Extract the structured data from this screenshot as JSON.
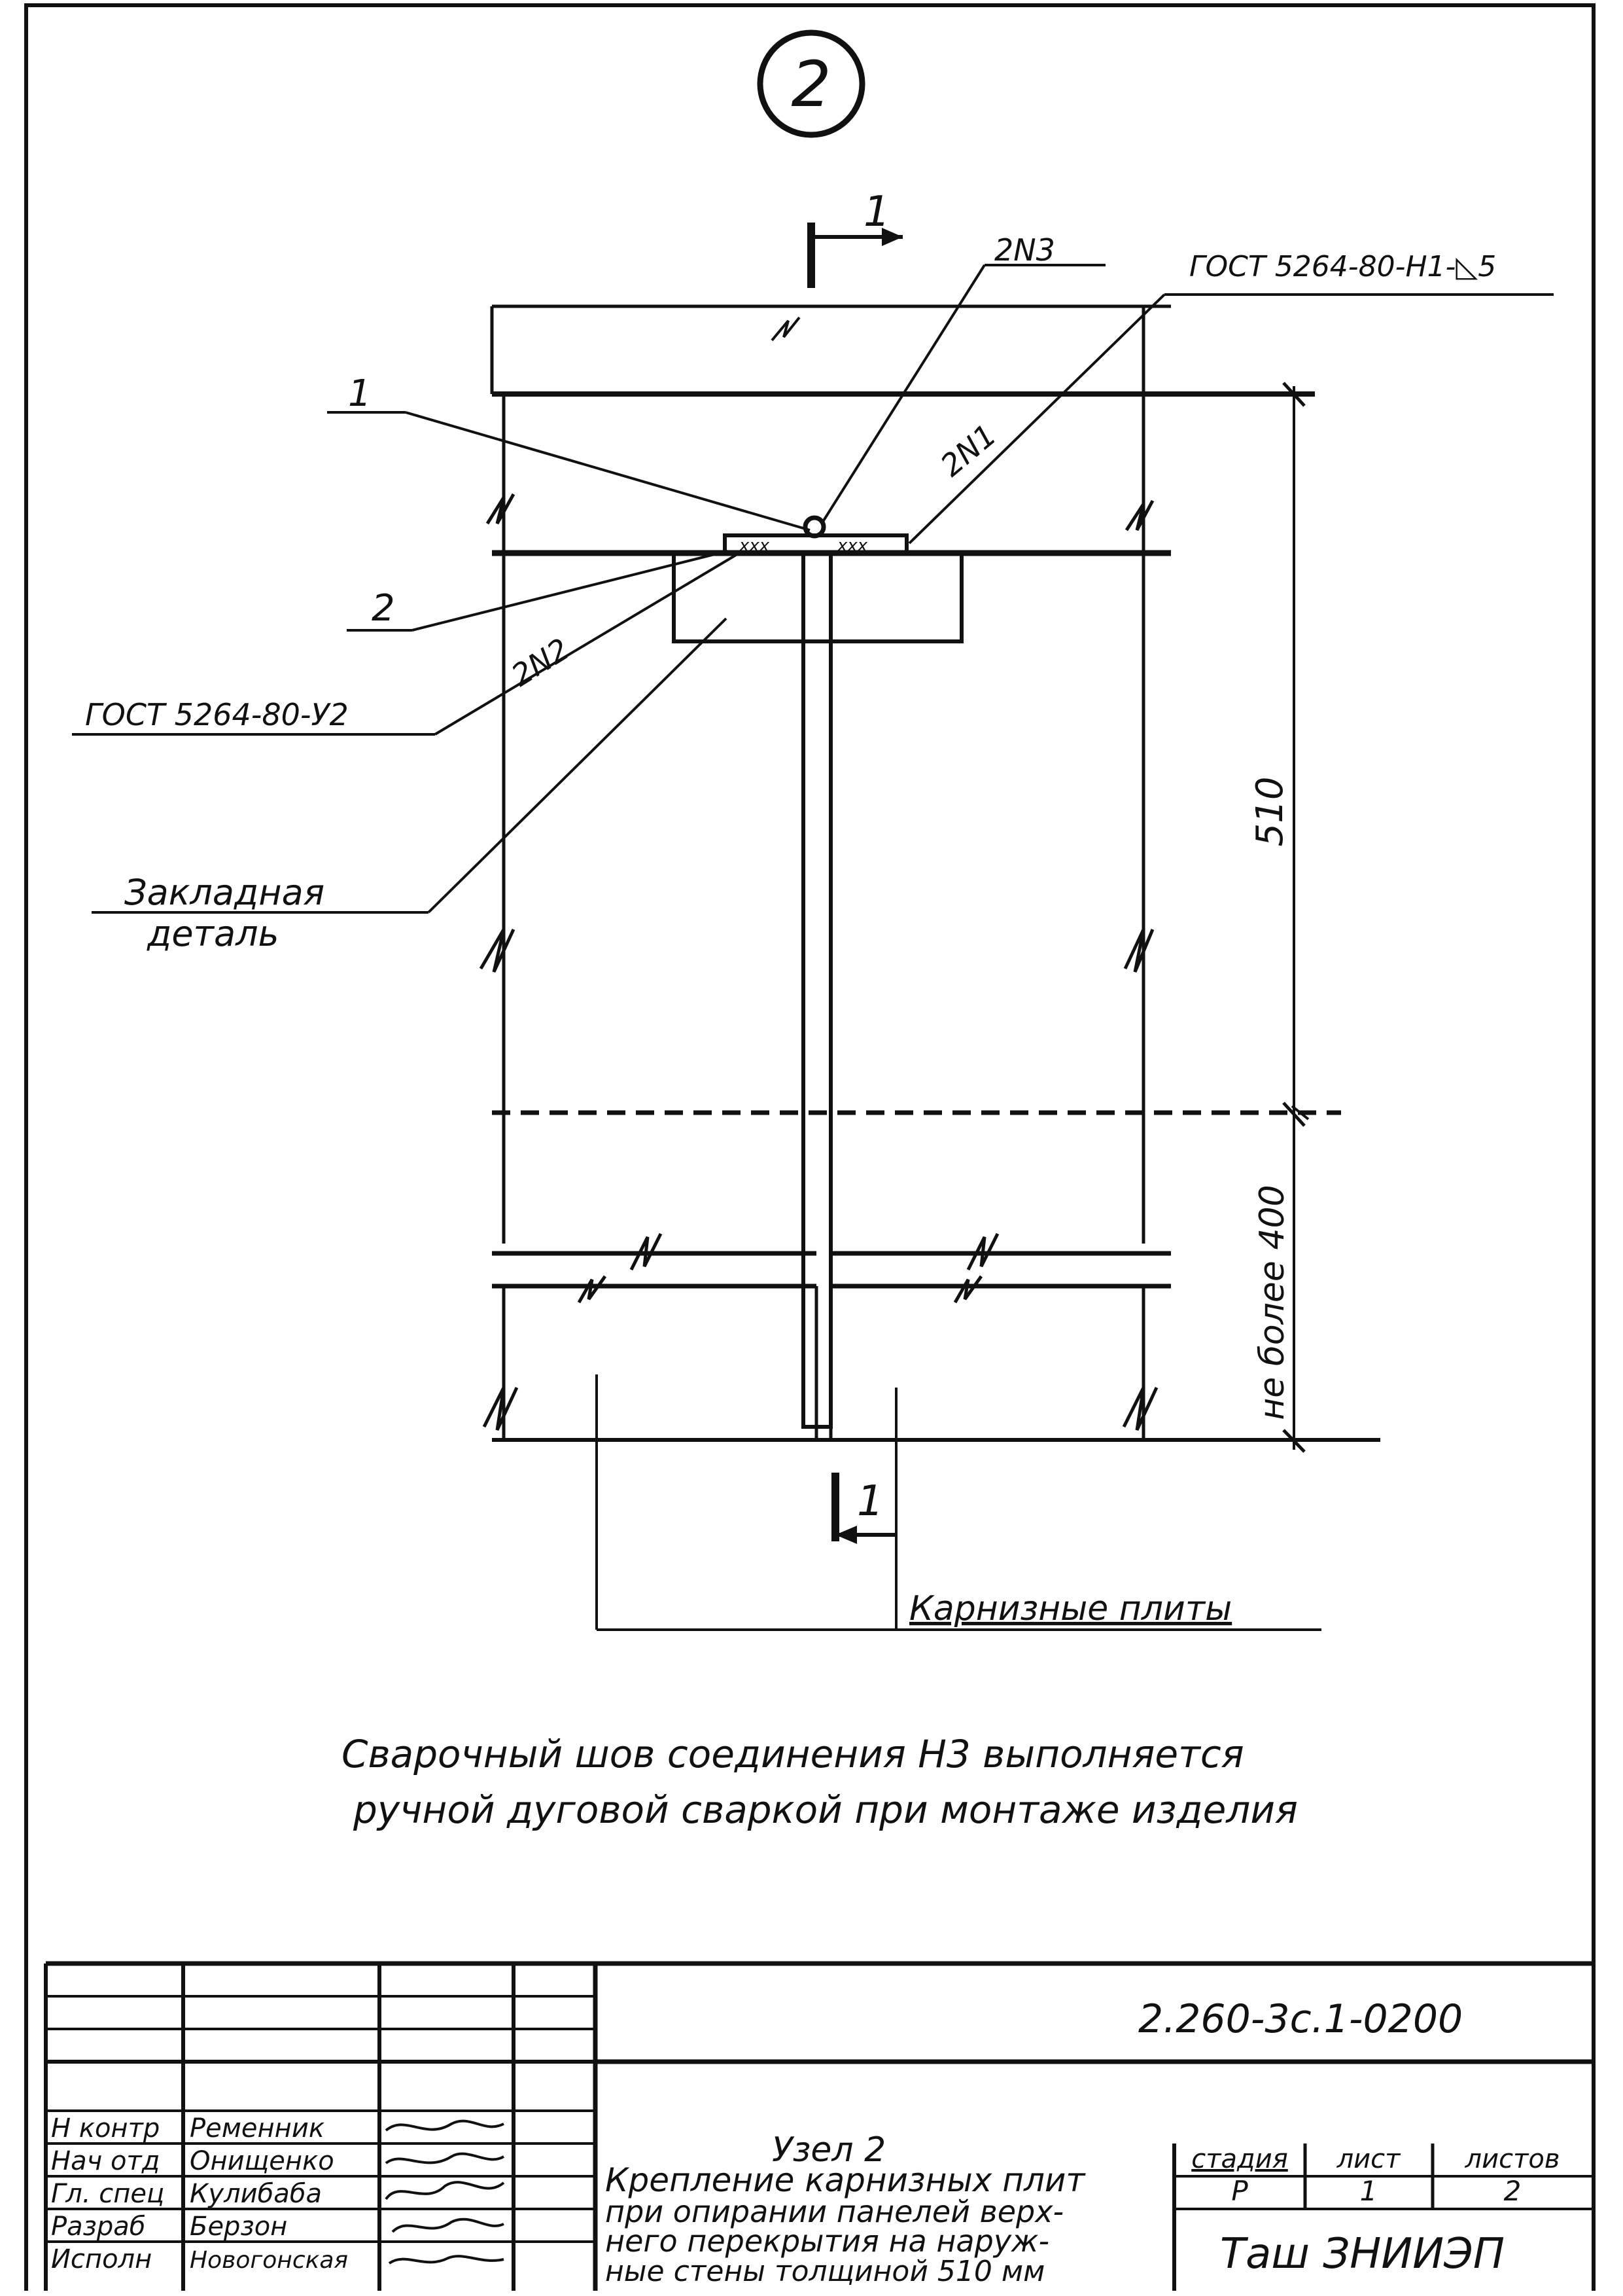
{
  "node_marker": "2",
  "section_mark": "1",
  "labels": {
    "pos1": "1",
    "pos2": "2",
    "weld_2n3": "2N3",
    "weld_2n1": "2N1",
    "weld_2n2": "2N2",
    "gost_top": "ГОСТ 5264-80-Н1-◺5",
    "gost_left": "ГОСТ 5264-80-У2",
    "embedded_line1": "Закладная",
    "embedded_line2": "деталь",
    "cornice_slabs": "Карнизные плиты",
    "weld_marks": "xxx"
  },
  "dimensions": {
    "dim_510": "510",
    "dim_400": "не более 400"
  },
  "note": {
    "line1": "Сварочный шов соединения Н3 выполняется",
    "line2": "ручной дуговой сваркой при монтаже изделия"
  },
  "title_block": {
    "doc_code": "2.260-3с.1-0200",
    "title_line1": "Узел 2",
    "title_line2": "Крепление карнизных плит",
    "title_line3": "при опирании панелей верх-",
    "title_line4": "него перекрытия на наруж-",
    "title_line5": "ные стены толщиной 510 мм",
    "stage_header": "стадия",
    "sheet_header": "лист",
    "sheets_header": "листов",
    "stage": "Р",
    "sheet": "1",
    "sheets": "2",
    "organization": "Таш ЗНИИЭП",
    "roles": [
      {
        "role": "Н контр",
        "name": "Ременник"
      },
      {
        "role": "Нач отд",
        "name": "Онищенко"
      },
      {
        "role": "Гл. спец",
        "name": "Кулибаба"
      },
      {
        "role": "Разраб",
        "name": "Берзон"
      },
      {
        "role": "Исполн",
        "name": "Новогонская"
      }
    ]
  }
}
